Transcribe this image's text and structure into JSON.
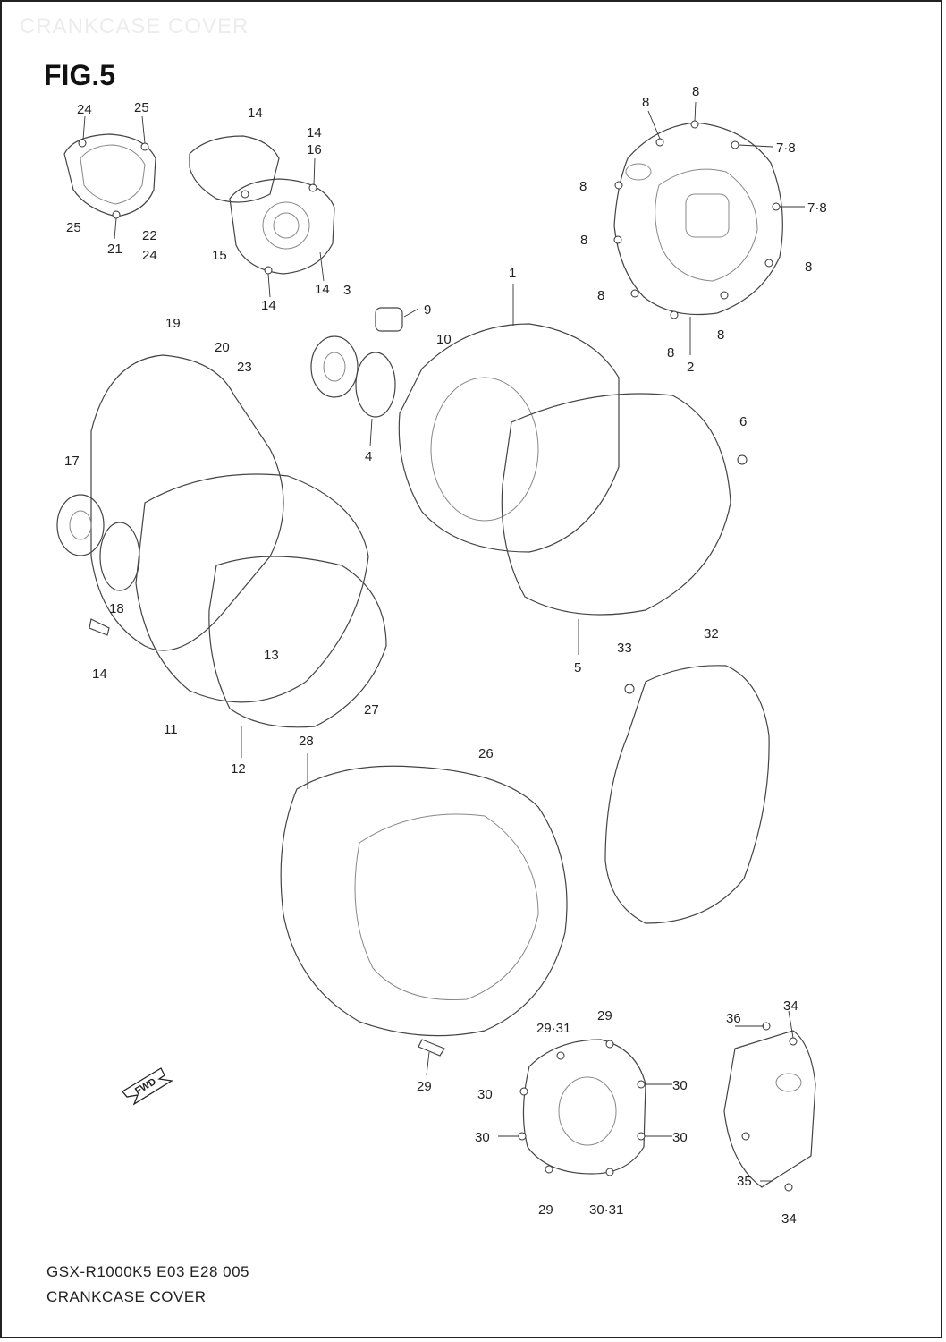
{
  "header": {
    "faint_title": "CRANKCASE COVER",
    "figure_label": "FIG.5"
  },
  "footer": {
    "model_code": "GSX-R1000K5 E03 E28  005",
    "section_name": "CRANKCASE COVER"
  },
  "fwd_indicator": "FWD",
  "callouts": [
    "24",
    "25",
    "14",
    "14",
    "16",
    "25",
    "21",
    "22",
    "24",
    "15",
    "14",
    "14",
    "3",
    "8",
    "8",
    "7·8",
    "8",
    "7·8",
    "8",
    "8",
    "8",
    "8",
    "8",
    "2",
    "9",
    "1",
    "10",
    "19",
    "20",
    "23",
    "4",
    "6",
    "17",
    "18",
    "14",
    "13",
    "11",
    "12",
    "5",
    "33",
    "32",
    "27",
    "28",
    "26",
    "29",
    "29·31",
    "29",
    "30",
    "30",
    "30",
    "30",
    "29",
    "30·31",
    "36",
    "34",
    "35",
    "34"
  ]
}
